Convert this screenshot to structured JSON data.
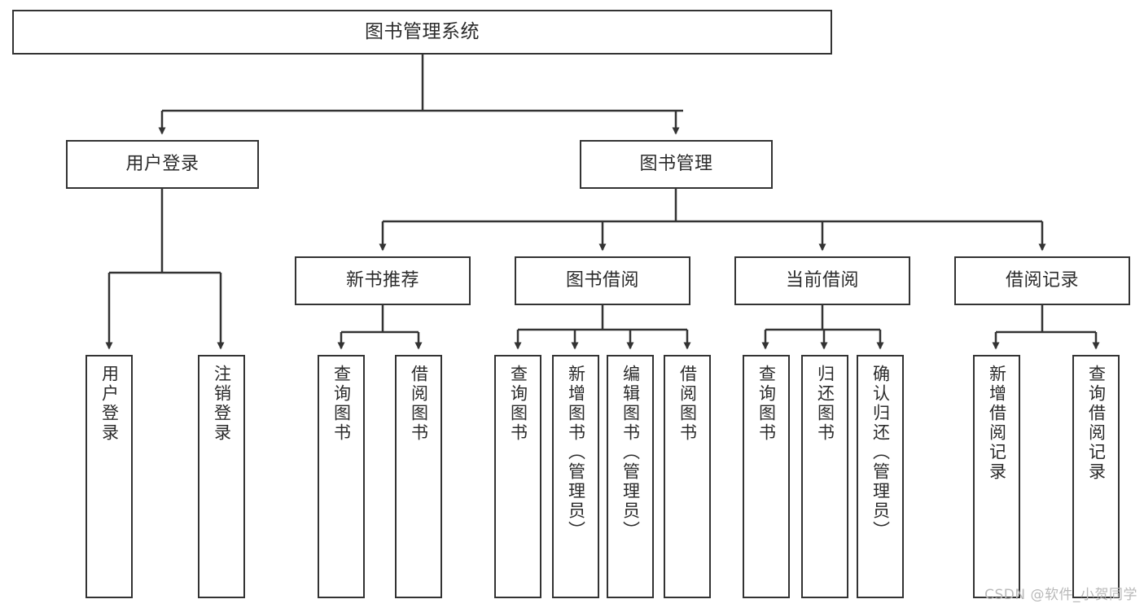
{
  "diagram": {
    "title": "图书管理系统",
    "type": "功能结构图",
    "style": {
      "box_border_color": "#333333",
      "box_fill_color": "#ffffff",
      "text_color": "#2b2b2b",
      "connector_color": "#333333",
      "background_color": "#ffffff"
    },
    "nodes": {
      "root": {
        "label": "图书管理系统"
      },
      "level2": [
        {
          "id": "user-login",
          "label": "用户登录"
        },
        {
          "id": "book-manage",
          "label": "图书管理"
        }
      ],
      "level3": [
        {
          "id": "new-book-recommend",
          "label": "新书推荐"
        },
        {
          "id": "book-borrow",
          "label": "图书借阅"
        },
        {
          "id": "current-borrow",
          "label": "当前借阅"
        },
        {
          "id": "borrow-record",
          "label": "借阅记录"
        }
      ],
      "leaves": {
        "user-login": [
          {
            "id": "leaf-user-login",
            "label": "用户登录"
          },
          {
            "id": "leaf-logout-login",
            "label": "注销登录"
          }
        ],
        "new-book-recommend": [
          {
            "id": "leaf-query-book-1",
            "label": "查询图书"
          },
          {
            "id": "leaf-borrow-book-1",
            "label": "借阅图书"
          }
        ],
        "book-borrow": [
          {
            "id": "leaf-query-book-2",
            "label": "查询图书"
          },
          {
            "id": "leaf-add-book",
            "label": "新增图书（管理员）"
          },
          {
            "id": "leaf-edit-book",
            "label": "编辑图书（管理员）"
          },
          {
            "id": "leaf-borrow-book-2",
            "label": "借阅图书"
          }
        ],
        "current-borrow": [
          {
            "id": "leaf-query-book-3",
            "label": "查询图书"
          },
          {
            "id": "leaf-return-book",
            "label": "归还图书"
          },
          {
            "id": "leaf-confirm-return",
            "label": "确认归还（管理员）"
          }
        ],
        "borrow-record": [
          {
            "id": "leaf-add-record",
            "label": "新增借阅记录"
          },
          {
            "id": "leaf-query-record",
            "label": "查询借阅记录"
          }
        ]
      }
    },
    "watermark": "CSDN @软件_小贺同学"
  }
}
